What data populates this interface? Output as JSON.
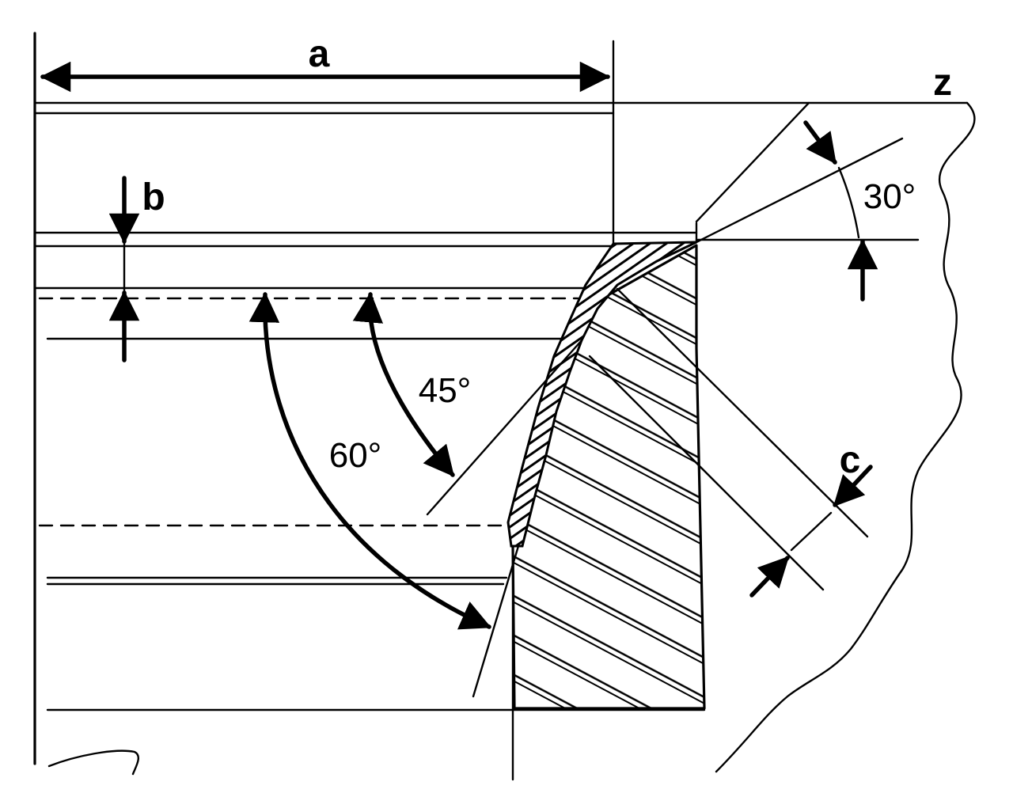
{
  "labels": {
    "a": "a",
    "b": "b",
    "c": "c",
    "z": "z",
    "angle_30": "30°",
    "angle_45": "45°",
    "angle_60": "60°"
  },
  "colors": {
    "ink": "#000000",
    "paper": "#ffffff"
  }
}
